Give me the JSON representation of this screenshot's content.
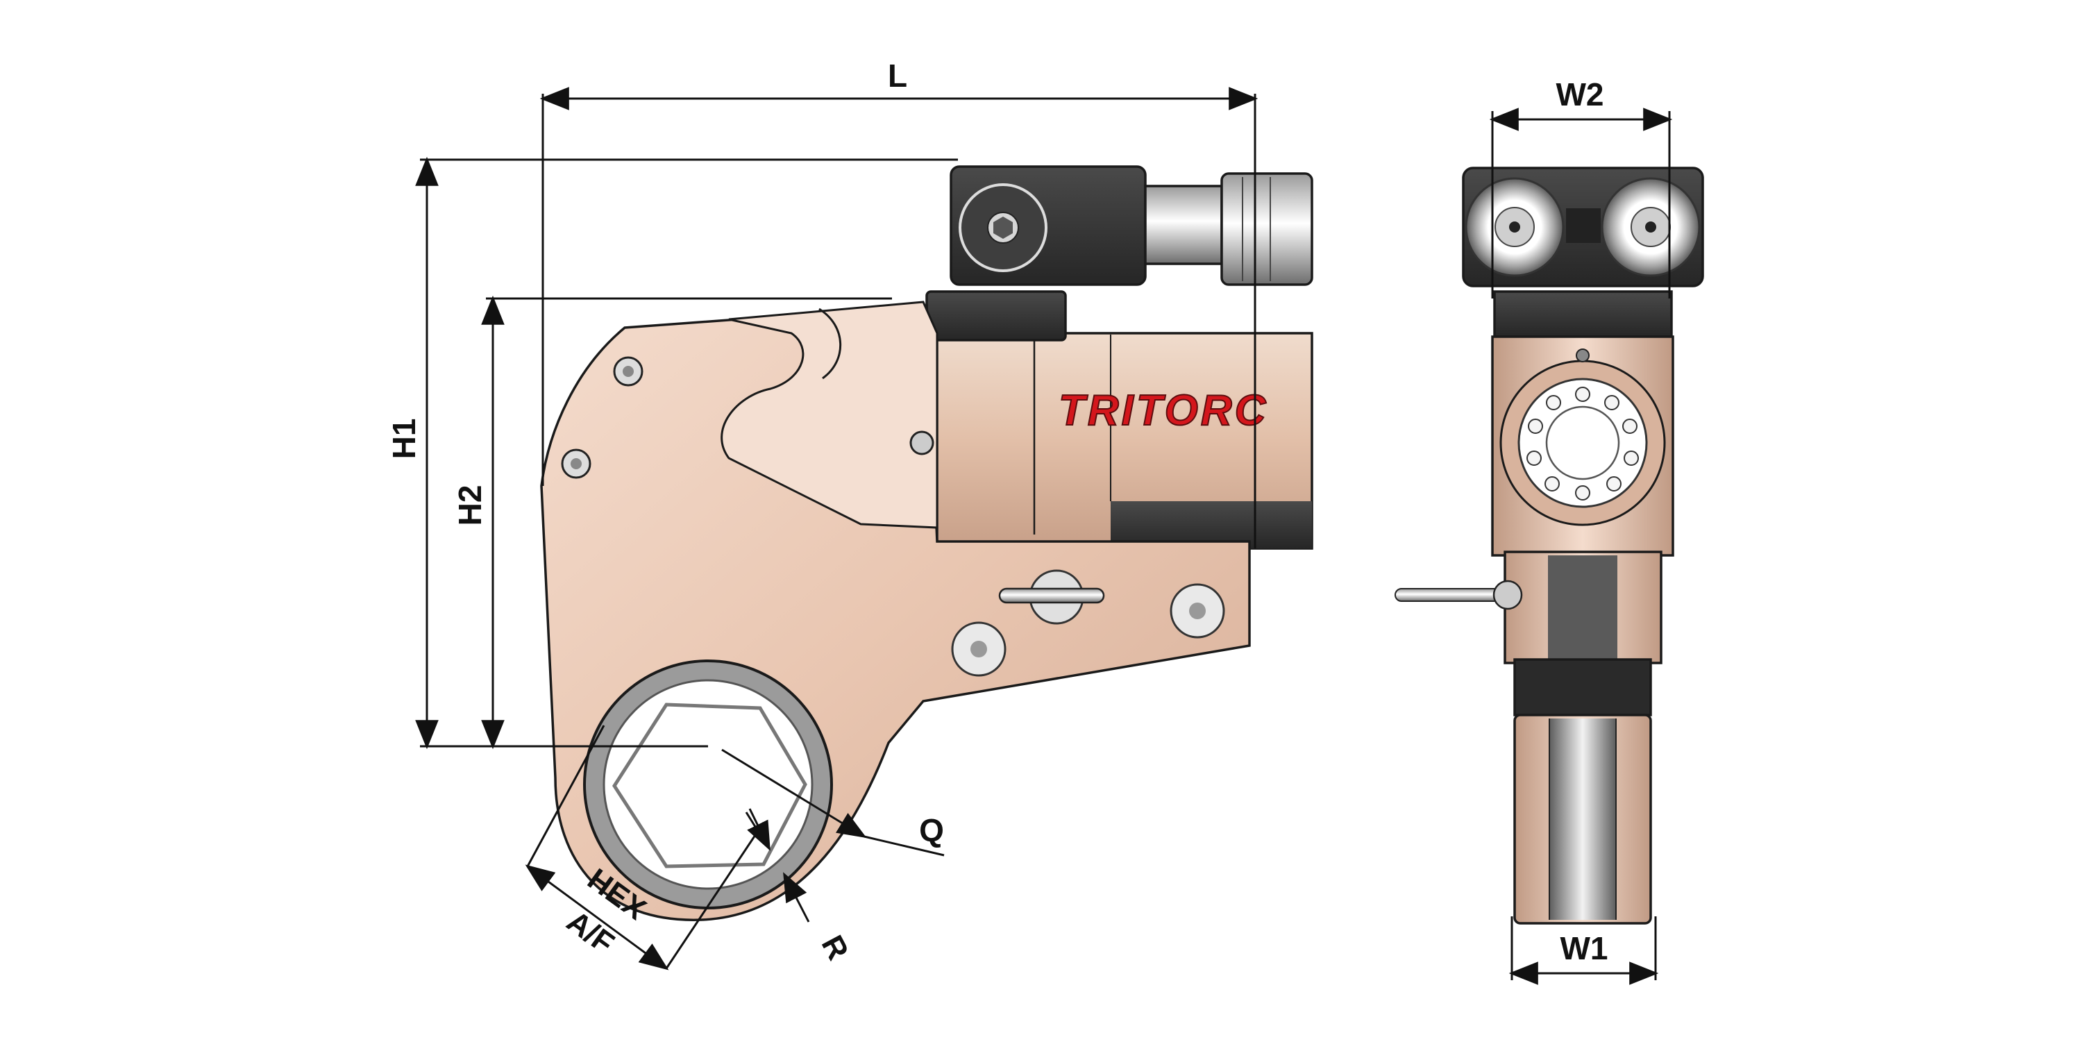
{
  "brand": {
    "logo_text": "TRITORC"
  },
  "dimensions": {
    "L": "L",
    "H1": "H1",
    "H2": "H2",
    "W1": "W1",
    "W2": "W2",
    "Q": "Q",
    "R": "R",
    "HEX": "HEX",
    "AF": "A/F"
  },
  "colors": {
    "body": "#eac8b4",
    "body_dark": "#c9a590",
    "body_light": "#f7e2d4",
    "metal_dark": "#3a3a3a",
    "metal_mid": "#8f8f8f",
    "logo_red": "#d4161c",
    "line": "#111111"
  }
}
